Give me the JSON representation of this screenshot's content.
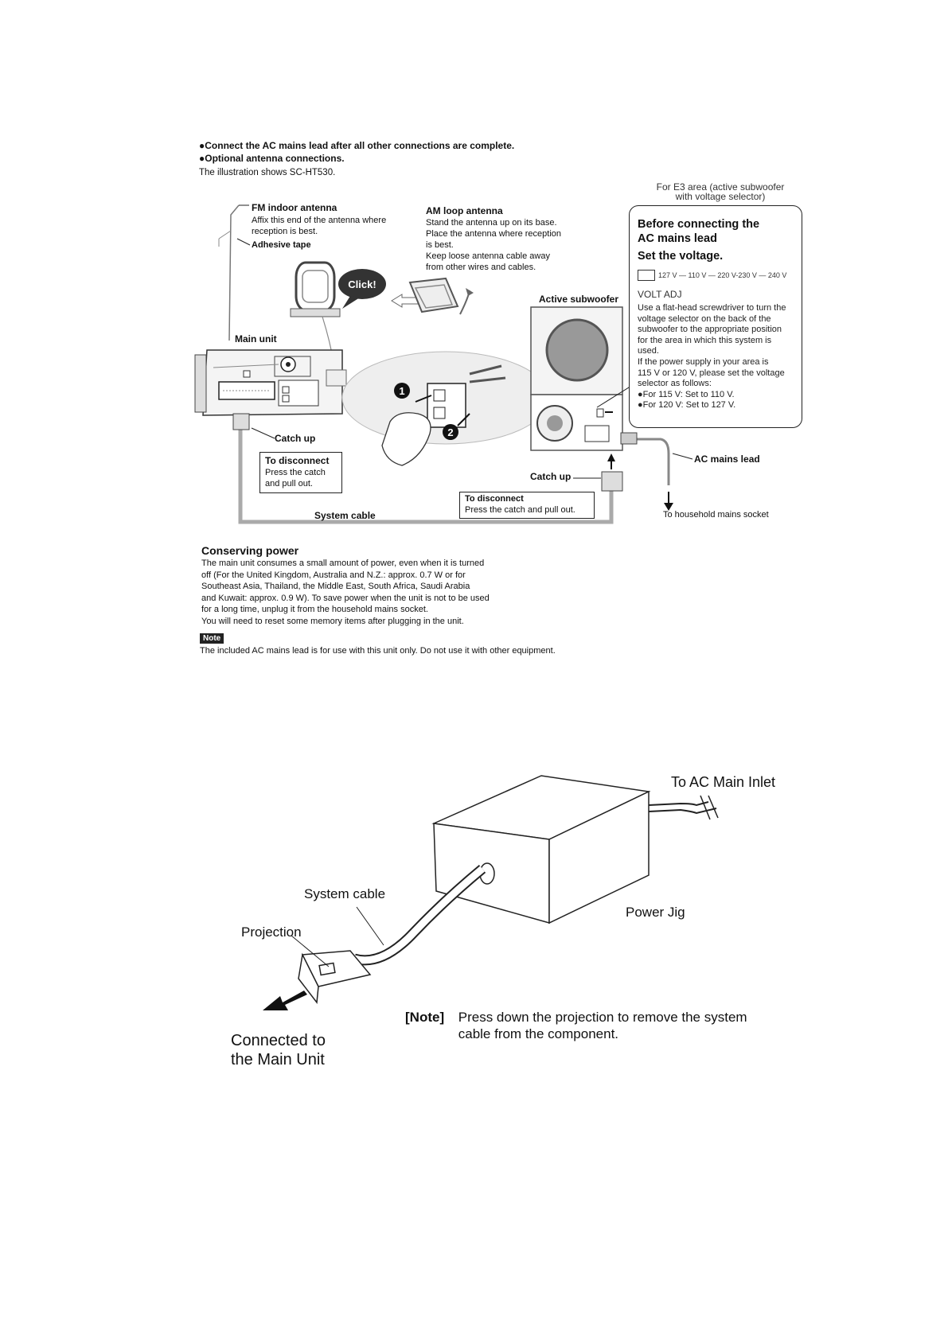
{
  "intro": {
    "bullet1": "●Connect the AC mains lead after all other connections are complete.",
    "bullet2": "●Optional antenna connections.",
    "illustration_note": "The illustration shows SC-HT530."
  },
  "fm_antenna": {
    "title": "FM indoor antenna",
    "line1": "Affix this end of the antenna where",
    "line2": "reception is best.",
    "tape": "Adhesive tape"
  },
  "am_antenna": {
    "title": "AM loop antenna",
    "lines": [
      "Stand the antenna up on its base.",
      "Place the antenna where reception",
      "is best.",
      "Keep loose antenna cable away",
      "from other wires and cables."
    ],
    "click": "Click!"
  },
  "e3_area": {
    "line1": "For E3 area (active subwoofer",
    "line2": "with voltage selector)"
  },
  "voltage_box": {
    "heading1": "Before connecting the",
    "heading2": "AC mains lead",
    "heading3": "Set the voltage.",
    "scale": "127 V — 110 V — 220 V-230 V — 240 V",
    "volt_adj": "VOLT ADJ",
    "body": [
      "Use a flat-head screwdriver to turn the",
      "voltage selector on the back of the",
      "subwoofer to the appropriate position",
      "for the area in which this system is",
      "used.",
      "If the power supply in your area is",
      "115 V or 120 V, please set the voltage",
      "selector as follows:",
      "●For 115 V: Set to 110 V.",
      "●For 120 V: Set to 127 V."
    ]
  },
  "labels": {
    "active_subwoofer": "Active subwoofer",
    "main_unit": "Main unit",
    "catch_up_left": "Catch up",
    "catch_up_right": "Catch up",
    "ac_mains_lead": "AC mains lead",
    "household": "To household mains socket",
    "system_cable": "System cable",
    "step1": "1",
    "step2": "2"
  },
  "disconnect_left": {
    "title": "To disconnect",
    "line1": "Press the catch",
    "line2": "and pull out."
  },
  "disconnect_right": {
    "title": "To disconnect",
    "line1": "Press the catch and pull out."
  },
  "conserving": {
    "title": "Conserving power",
    "lines": [
      "The main unit consumes a small amount of power, even when it is turned",
      "off (For the United Kingdom, Australia and N.Z.: approx. 0.7 W or for",
      "Southeast Asia, Thailand, the Middle East, South Africa, Saudi Arabia",
      "and Kuwait: approx. 0.9 W). To save power when the unit is not to be used",
      "for a long time, unplug it from the household mains socket.",
      "You will need to reset some memory items after plugging in the unit."
    ]
  },
  "note": {
    "badge": "Note",
    "text": "The included AC mains lead is for use with this unit only. Do not use it with other equipment."
  },
  "jig": {
    "to_ac": "To AC Main Inlet",
    "power_jig": "Power Jig",
    "system_cable": "System cable",
    "projection": "Projection",
    "connected_line1": "Connected to",
    "connected_line2": "the Main Unit",
    "note_tag": "[Note]",
    "note_line1": "Press down the projection to remove the system",
    "note_line2": "cable from the component."
  }
}
